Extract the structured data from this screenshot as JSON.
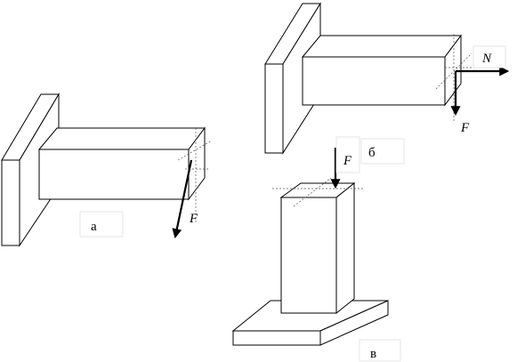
{
  "figures": {
    "a": {
      "caption": "а",
      "force_label": "F"
    },
    "b": {
      "caption": "б",
      "force_label_1": "N",
      "force_label_2": "F"
    },
    "v": {
      "caption": "в",
      "force_label": "F"
    }
  }
}
